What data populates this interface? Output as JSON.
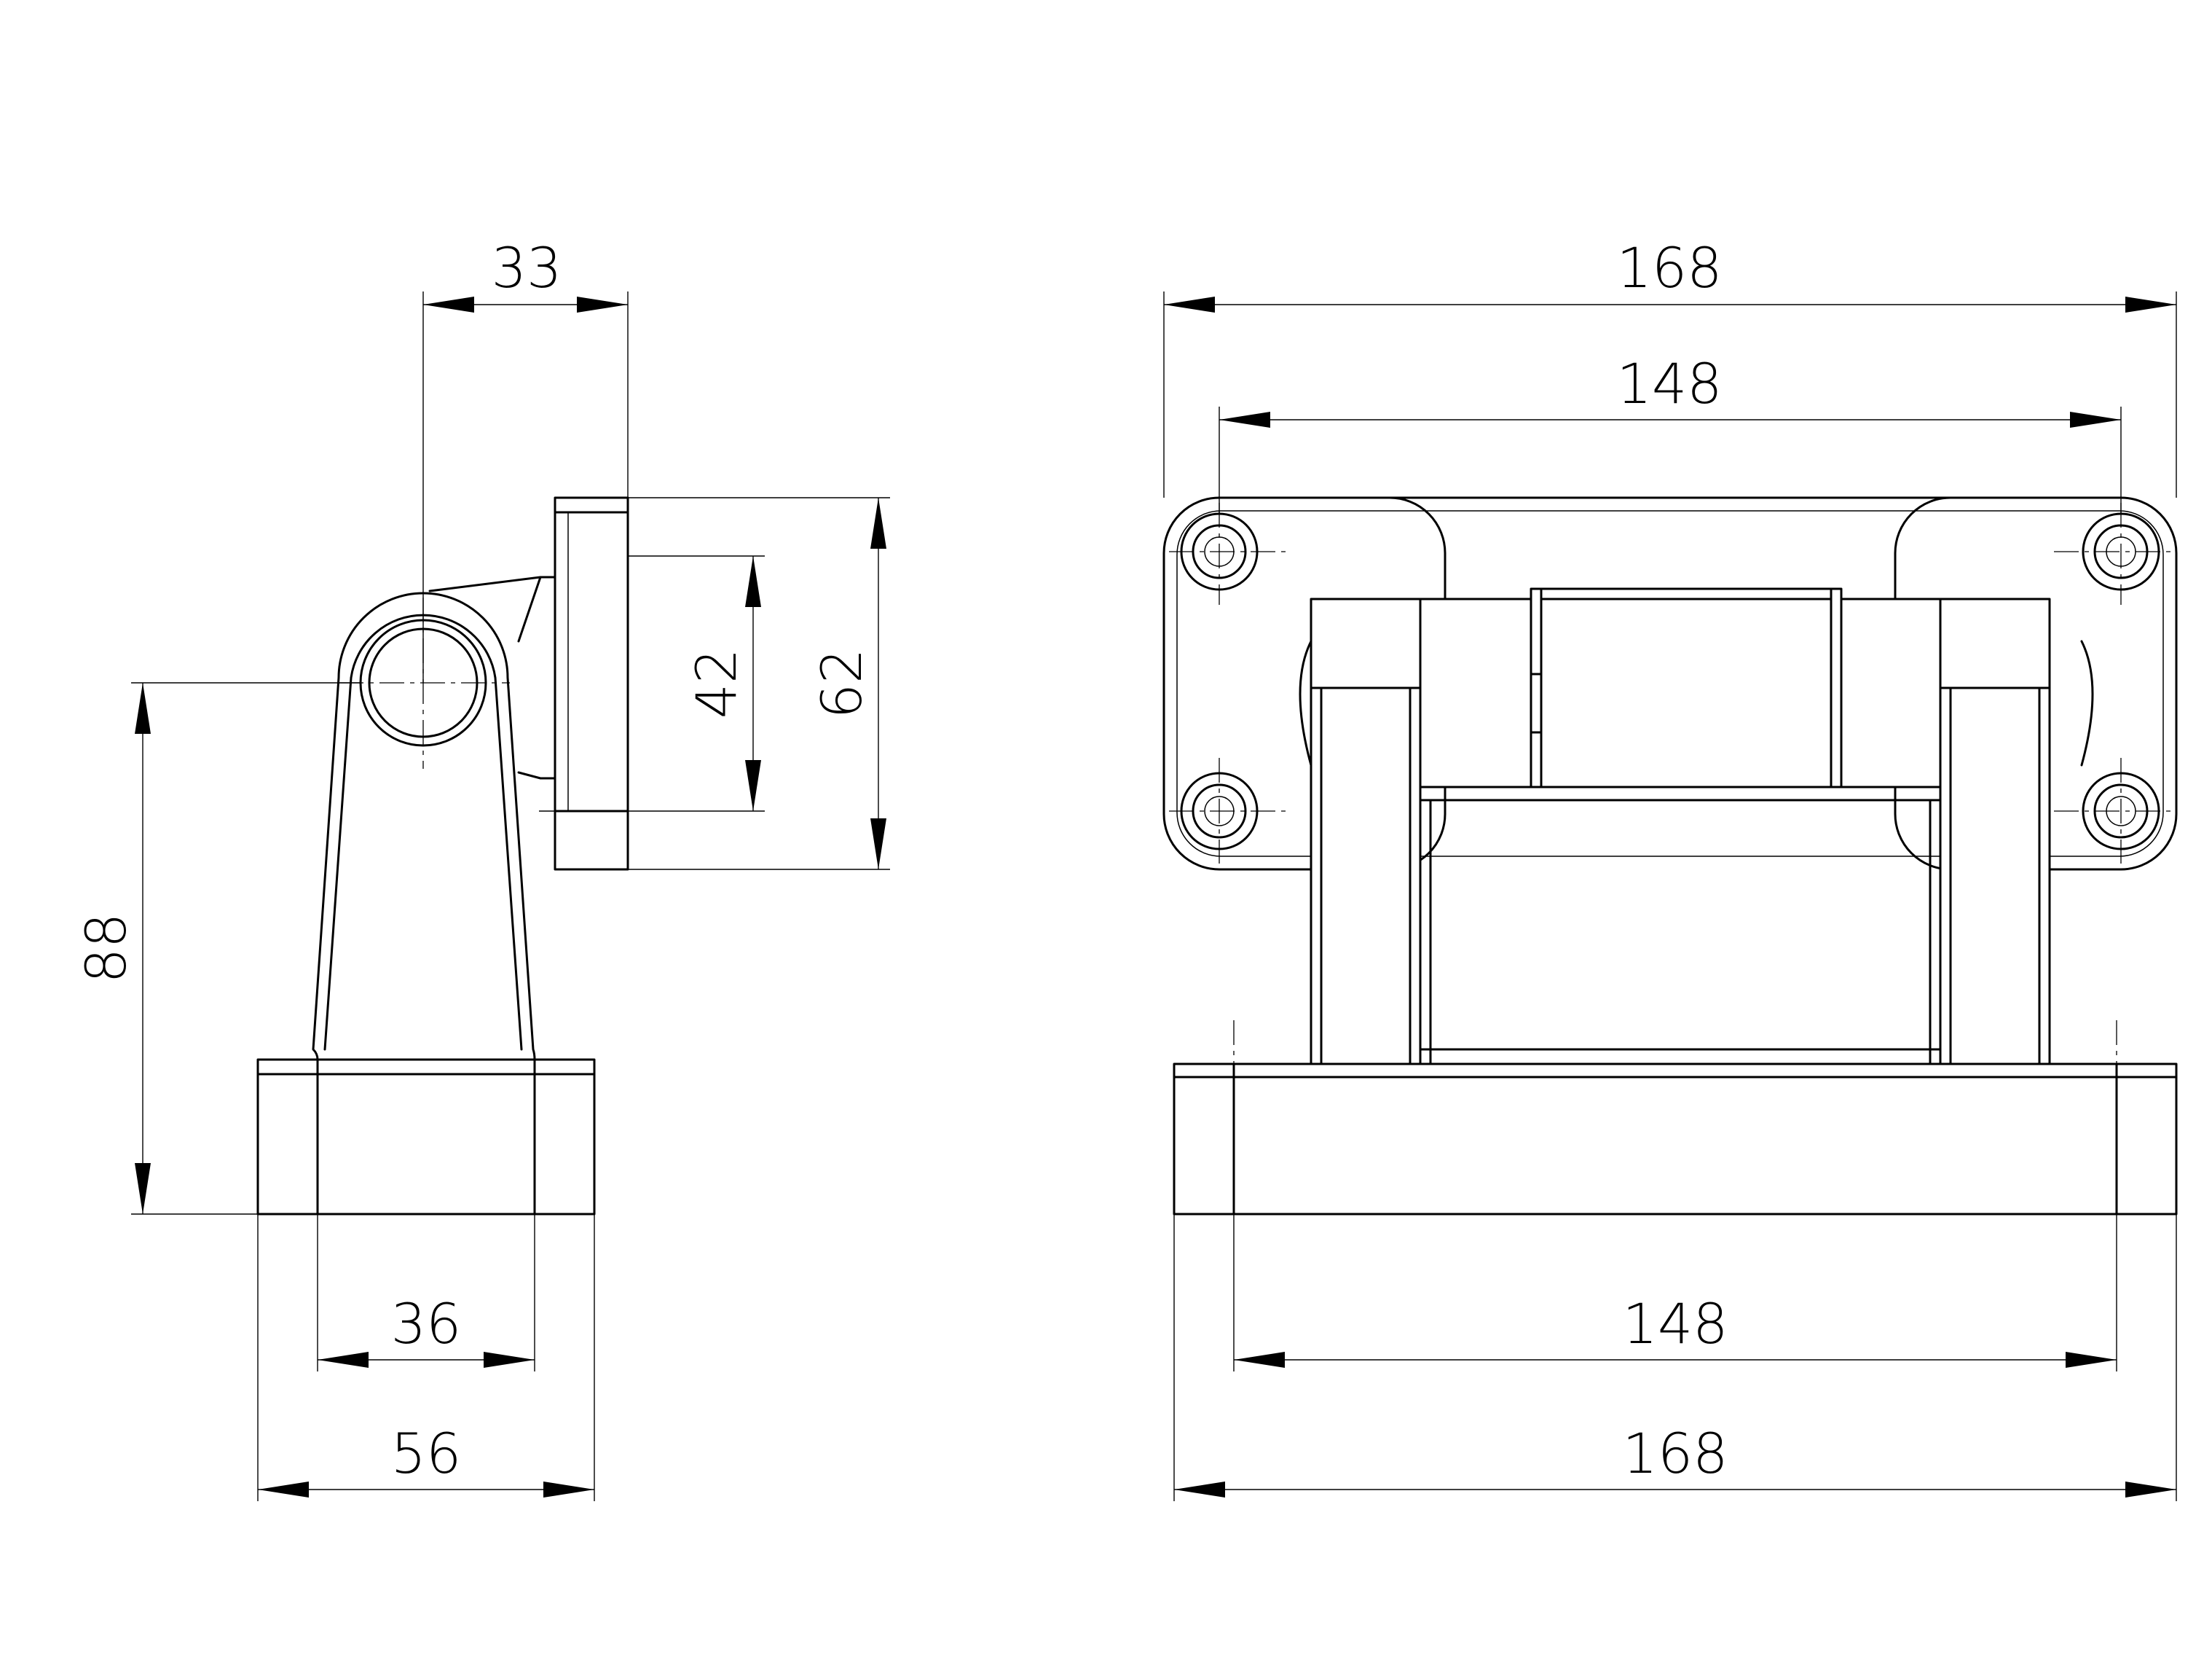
{
  "side_view": {
    "dims": {
      "offset_top": "33",
      "inner_height": "42",
      "plate_height": "62",
      "total_height": "88",
      "base_inner_width": "36",
      "base_width": "56"
    }
  },
  "front_view": {
    "dims": {
      "top_overall_width": "168",
      "top_hole_spacing": "148",
      "base_hole_spacing": "148",
      "base_overall_width": "168"
    }
  }
}
